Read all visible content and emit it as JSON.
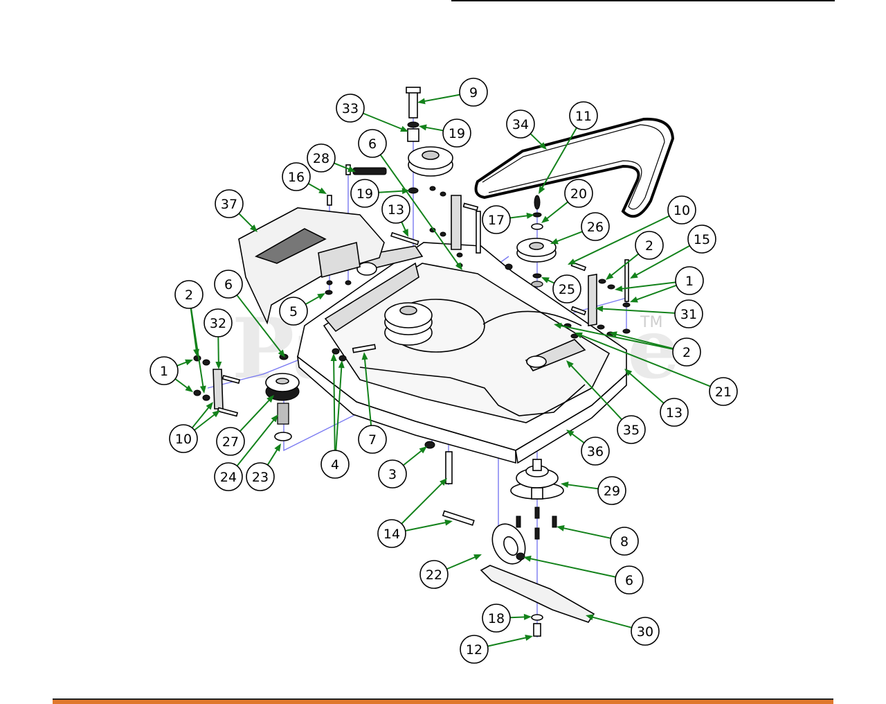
{
  "watermark": {
    "text": "PartsTree",
    "tm": "TM"
  },
  "callouts": [
    {
      "label": "9"
    },
    {
      "label": "33"
    },
    {
      "label": "19"
    },
    {
      "label": "6"
    },
    {
      "label": "28"
    },
    {
      "label": "34"
    },
    {
      "label": "11"
    },
    {
      "label": "16"
    },
    {
      "label": "19"
    },
    {
      "label": "37"
    },
    {
      "label": "13"
    },
    {
      "label": "17"
    },
    {
      "label": "20"
    },
    {
      "label": "10"
    },
    {
      "label": "26"
    },
    {
      "label": "2"
    },
    {
      "label": "15"
    },
    {
      "label": "1"
    },
    {
      "label": "25"
    },
    {
      "label": "2"
    },
    {
      "label": "6"
    },
    {
      "label": "32"
    },
    {
      "label": "5"
    },
    {
      "label": "31"
    },
    {
      "label": "1"
    },
    {
      "label": "2"
    },
    {
      "label": "21"
    },
    {
      "label": "13"
    },
    {
      "label": "35"
    },
    {
      "label": "10"
    },
    {
      "label": "27"
    },
    {
      "label": "7"
    },
    {
      "label": "36"
    },
    {
      "label": "24"
    },
    {
      "label": "23"
    },
    {
      "label": "4"
    },
    {
      "label": "3"
    },
    {
      "label": "29"
    },
    {
      "label": "14"
    },
    {
      "label": "8"
    },
    {
      "label": "22"
    },
    {
      "label": "6"
    },
    {
      "label": "18"
    },
    {
      "label": "30"
    },
    {
      "label": "12"
    }
  ]
}
